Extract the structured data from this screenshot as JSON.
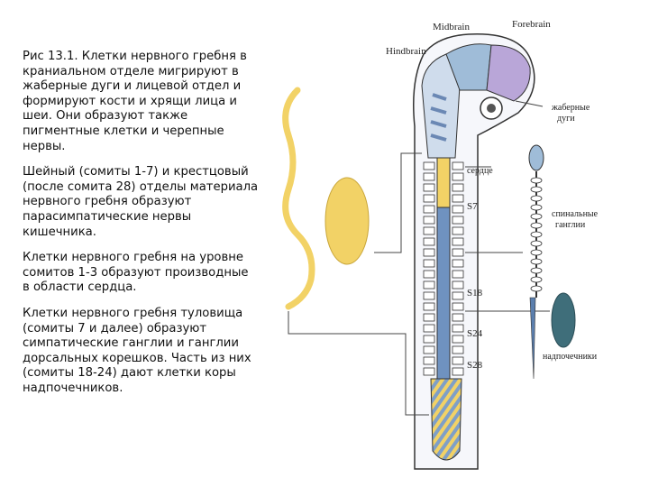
{
  "caption": {
    "paragraphs": [
      "Рис 13.1. Клетки нервного гребня в краниальном отделе мигрируют в жаберные дуги и лицевой отдел и формируют кости и хрящи лица и шеи. Они образуют также пигментные клетки и черепные нервы.",
      "Шейный (сомиты 1-7) и крестцовый (после сомита 28) отделы материала нервного гребня образуют парасимпатические нервы кишечника.",
      "Клетки нервного гребня на уровне сомитов 1-3 образуют производные в области сердца.",
      "Клетки нервного гребня туловища (сомиты 7 и далее) образуют симпатические ганглии и ганглии дорсальных корешков. Часть из них (сомиты 18-24) дают клетки коры надпочечников."
    ]
  },
  "figure": {
    "labels": {
      "midbrain": "Midbrain",
      "forebrain": "Forebrain",
      "hindbrain": "Hindbrain",
      "branchial_arches": [
        "жаберные",
        "дуги"
      ],
      "heart": "сердце",
      "s7": "S7",
      "spinal_ganglia": [
        "спинальные",
        "ганглии"
      ],
      "s18": "S18",
      "s24": "S24",
      "s28": "S28",
      "adrenal": "надпочечники"
    },
    "colors": {
      "brain_blue": "#9fbcd8",
      "forebrain_purple": "#b9a6d8",
      "gut_yellow": "#f2d266",
      "trunk_blue": "#5b7fae",
      "adrenal_teal": "#3f6e7a",
      "outline": "#333333"
    }
  }
}
